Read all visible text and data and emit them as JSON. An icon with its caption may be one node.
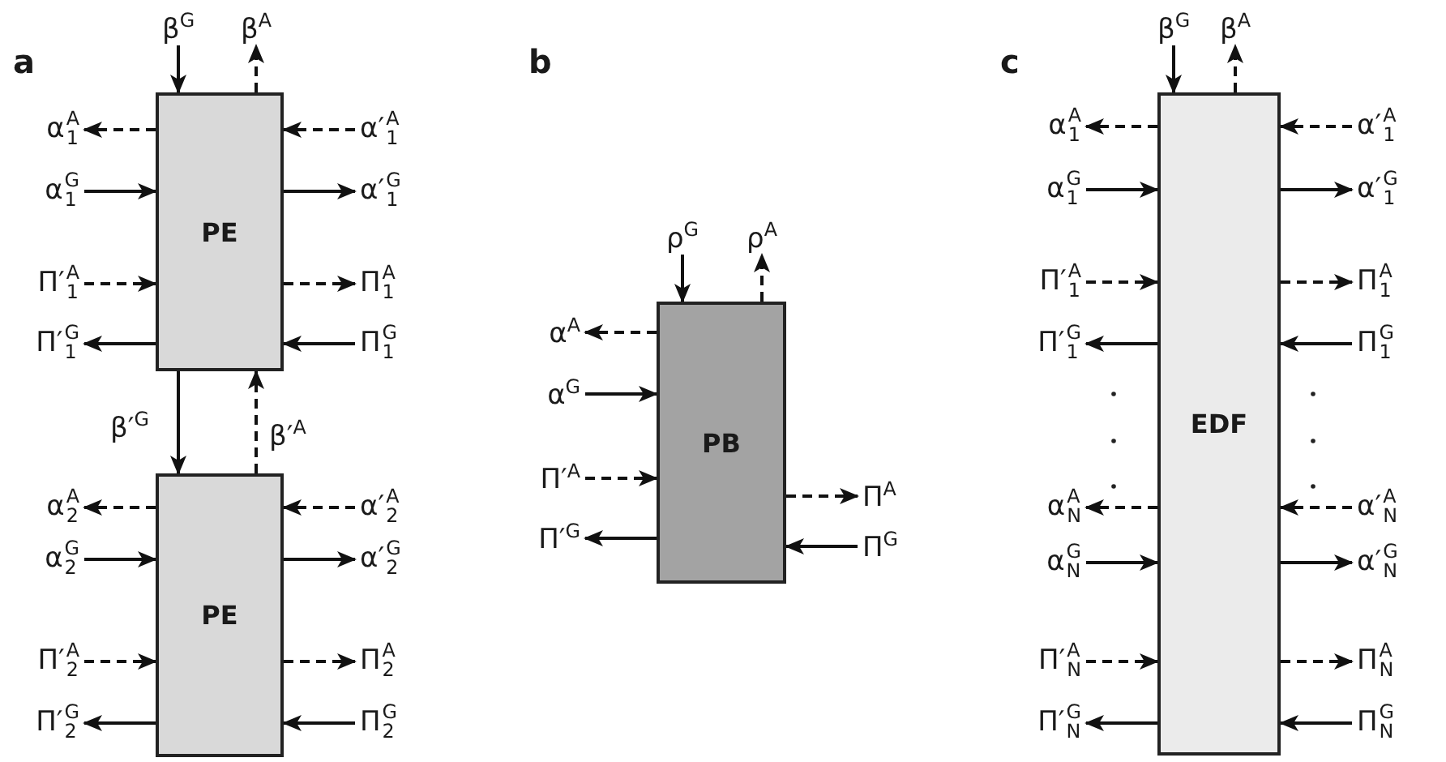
{
  "diagram": {
    "nodes": [
      {
        "text": [
          "PE"
        ]
      },
      {
        "text": [
          "β$^{G}$"
        ]
      },
      {
        "text": [
          "β$^{A}$"
        ]
      },
      {
        "text": [
          "α$^{A}$$_{1}$"
        ]
      },
      {
        "text": [
          "α′$^{A}$$_{1}$"
        ]
      },
      {
        "text": [
          "α$^{G}$$_{1}$"
        ]
      },
      {
        "text": [
          "α′$^{G}$$_{1}$"
        ]
      },
      {
        "text": [
          "Π′$^{A}$$_{1}$"
        ]
      },
      {
        "text": [
          "Π$^{A}$$_{1}$"
        ]
      },
      {
        "text": [
          "Π′$^{G}$$_{1}$"
        ]
      },
      {
        "text": [
          "Π$^{G}$$_{1}$"
        ]
      },
      {
        "text": [
          "PE"
        ]
      },
      {
        "text": [
          "α$^{A}$$_{2}$"
        ]
      },
      {
        "text": [
          "α′$^{A}$$_{2}$"
        ]
      },
      {
        "text": [
          "α$^{G}$$_{2}$"
        ]
      },
      {
        "text": [
          "α′$^{G}$$_{2}$"
        ]
      },
      {
        "text": [
          "Π′$^{A}$$_{2}$"
        ]
      },
      {
        "text": [
          "Π$^{A}$$_{2}$"
        ]
      },
      {
        "text": [
          "Π′$^{G}$$_{2}$"
        ]
      },
      {
        "text": [
          "Π$^{G}$$_{2}$"
        ]
      },
      {
        "text": [
          "PB"
        ]
      },
      {
        "text": [
          "ρ$^{G}$"
        ]
      },
      {
        "text": [
          "ρ$^{A}$"
        ]
      },
      {
        "text": [
          "α$^{A}$"
        ]
      },
      {
        "text": [
          "α$^{G}$"
        ]
      },
      {
        "text": [
          "Π′$^{A}$"
        ]
      },
      {
        "text": [
          "Π$^{A}$"
        ]
      },
      {
        "text": [
          "Π′$^{G}$"
        ]
      },
      {
        "text": [
          "Π$^{G}$"
        ]
      },
      {
        "text": [
          "EDF"
        ]
      },
      {
        "text": [
          "β$^{G}$"
        ]
      },
      {
        "text": [
          "β$^{A}$"
        ]
      },
      {
        "text": [
          "α$^{A}$$_{1}$"
        ]
      },
      {
        "text": [
          "α′$^{A}$$_{1}$"
        ]
      },
      {
        "text": [
          "α$^{G}$$_{1}$"
        ]
      },
      {
        "text": [
          "α′$^{G}$$_{1}$"
        ]
      },
      {
        "text": [
          "Π′$^{A}$$_{1}$"
        ]
      },
      {
        "text": [
          "Π$^{A}$$_{1}$"
        ]
      },
      {
        "text": [
          "Π′$^{G}$$_{1}$"
        ]
      },
      {
        "text": [
          "Π$^{G}$$_{1}$"
        ]
      },
      {
        "text": [
          "α$^{A}$$_{N}$"
        ]
      },
      {
        "text": [
          "α′$^{A}$$_{N}$"
        ]
      },
      {
        "text": [
          "α$^{G}$$_{N}$"
        ]
      },
      {
        "text": [
          "α′$^{G}$$_{N}$"
        ]
      },
      {
        "text": [
          "Π′$^{A}$$_{N}$"
        ]
      },
      {
        "text": [
          "Π$^{A}$$_{N}$"
        ]
      },
      {
        "text": [
          "Π′$^{G}$$_{N}$"
        ]
      },
      {
        "text": [
          "Π$^{G}$$_{N}$"
        ]
      }
    ],
    "edges": [
      {
        "from": 1,
        "to": 0,
        "arrow": "to"
      },
      {
        "from": 0,
        "to": 2,
        "arrow": "to",
        "style": "dashed"
      },
      {
        "from": 0,
        "to": 3,
        "arrow": "to",
        "style": "dashed"
      },
      {
        "from": 4,
        "to": 0,
        "arrow": "to",
        "style": "dashed"
      },
      {
        "from": 5,
        "to": 0,
        "arrow": "to"
      },
      {
        "from": 0,
        "to": 6,
        "arrow": "to"
      },
      {
        "from": 7,
        "to": 0,
        "arrow": "to",
        "style": "dashed"
      },
      {
        "from": 0,
        "to": 8,
        "arrow": "to",
        "style": "dashed"
      },
      {
        "from": 0,
        "to": 9,
        "arrow": "to"
      },
      {
        "from": 10,
        "to": 0,
        "arrow": "to"
      },
      {
        "from": 0,
        "to": 11,
        "arrow": "to",
        "label": "β′$^{G}$"
      },
      {
        "from": 11,
        "to": 0,
        "arrow": "to",
        "style": "dashed",
        "label": "β′$^{A}$"
      },
      {
        "from": 11,
        "to": 12,
        "arrow": "to",
        "style": "dashed"
      },
      {
        "from": 13,
        "to": 11,
        "arrow": "to",
        "style": "dashed"
      },
      {
        "from": 14,
        "to": 11,
        "arrow": "to"
      },
      {
        "from": 11,
        "to": 15,
        "arrow": "to"
      },
      {
        "from": 16,
        "to": 11,
        "arrow": "to",
        "style": "dashed"
      },
      {
        "from": 11,
        "to": 17,
        "arrow": "to",
        "style": "dashed"
      },
      {
        "from": 11,
        "to": 18,
        "arrow": "to"
      },
      {
        "from": 19,
        "to": 11,
        "arrow": "to"
      },
      {
        "from": 21,
        "to": 20,
        "arrow": "to"
      },
      {
        "from": 20,
        "to": 22,
        "arrow": "to",
        "style": "dashed"
      },
      {
        "from": 20,
        "to": 23,
        "arrow": "to",
        "style": "dashed"
      },
      {
        "from": 24,
        "to": 20,
        "arrow": "to"
      },
      {
        "from": 25,
        "to": 20,
        "arrow": "to",
        "style": "dashed"
      },
      {
        "from": 20,
        "to": 26,
        "arrow": "to",
        "style": "dashed"
      },
      {
        "from": 20,
        "to": 27,
        "arrow": "to"
      },
      {
        "from": 28,
        "to": 20,
        "arrow": "to"
      },
      {
        "from": 30,
        "to": 29,
        "arrow": "to"
      },
      {
        "from": 29,
        "to": 31,
        "arrow": "to",
        "style": "dashed"
      },
      {
        "from": 29,
        "to": 32,
        "arrow": "to",
        "style": "dashed"
      },
      {
        "from": 33,
        "to": 29,
        "arrow": "to",
        "style": "dashed"
      },
      {
        "from": 34,
        "to": 29,
        "arrow": "to"
      },
      {
        "from": 29,
        "to": 35,
        "arrow": "to"
      },
      {
        "from": 36,
        "to": 29,
        "arrow": "to",
        "style": "dashed"
      },
      {
        "from": 29,
        "to": 37,
        "arrow": "to",
        "style": "dashed"
      },
      {
        "from": 29,
        "to": 38,
        "arrow": "to"
      },
      {
        "from": 39,
        "to": 29,
        "arrow": "to"
      },
      {
        "from": 29,
        "to": 40,
        "arrow": "to",
        "style": "dashed"
      },
      {
        "from": 41,
        "to": 29,
        "arrow": "to",
        "style": "dashed"
      },
      {
        "from": 42,
        "to": 29,
        "arrow": "to"
      },
      {
        "from": 29,
        "to": 43,
        "arrow": "to"
      },
      {
        "from": 44,
        "to": 29,
        "arrow": "to",
        "style": "dashed"
      },
      {
        "from": 29,
        "to": 45,
        "arrow": "to",
        "style": "dashed"
      },
      {
        "from": 29,
        "to": 46,
        "arrow": "to"
      },
      {
        "from": 47,
        "to": 29,
        "arrow": "to"
      }
    ],
    "labels": [
      "a",
      "b",
      "c"
    ]
  }
}
